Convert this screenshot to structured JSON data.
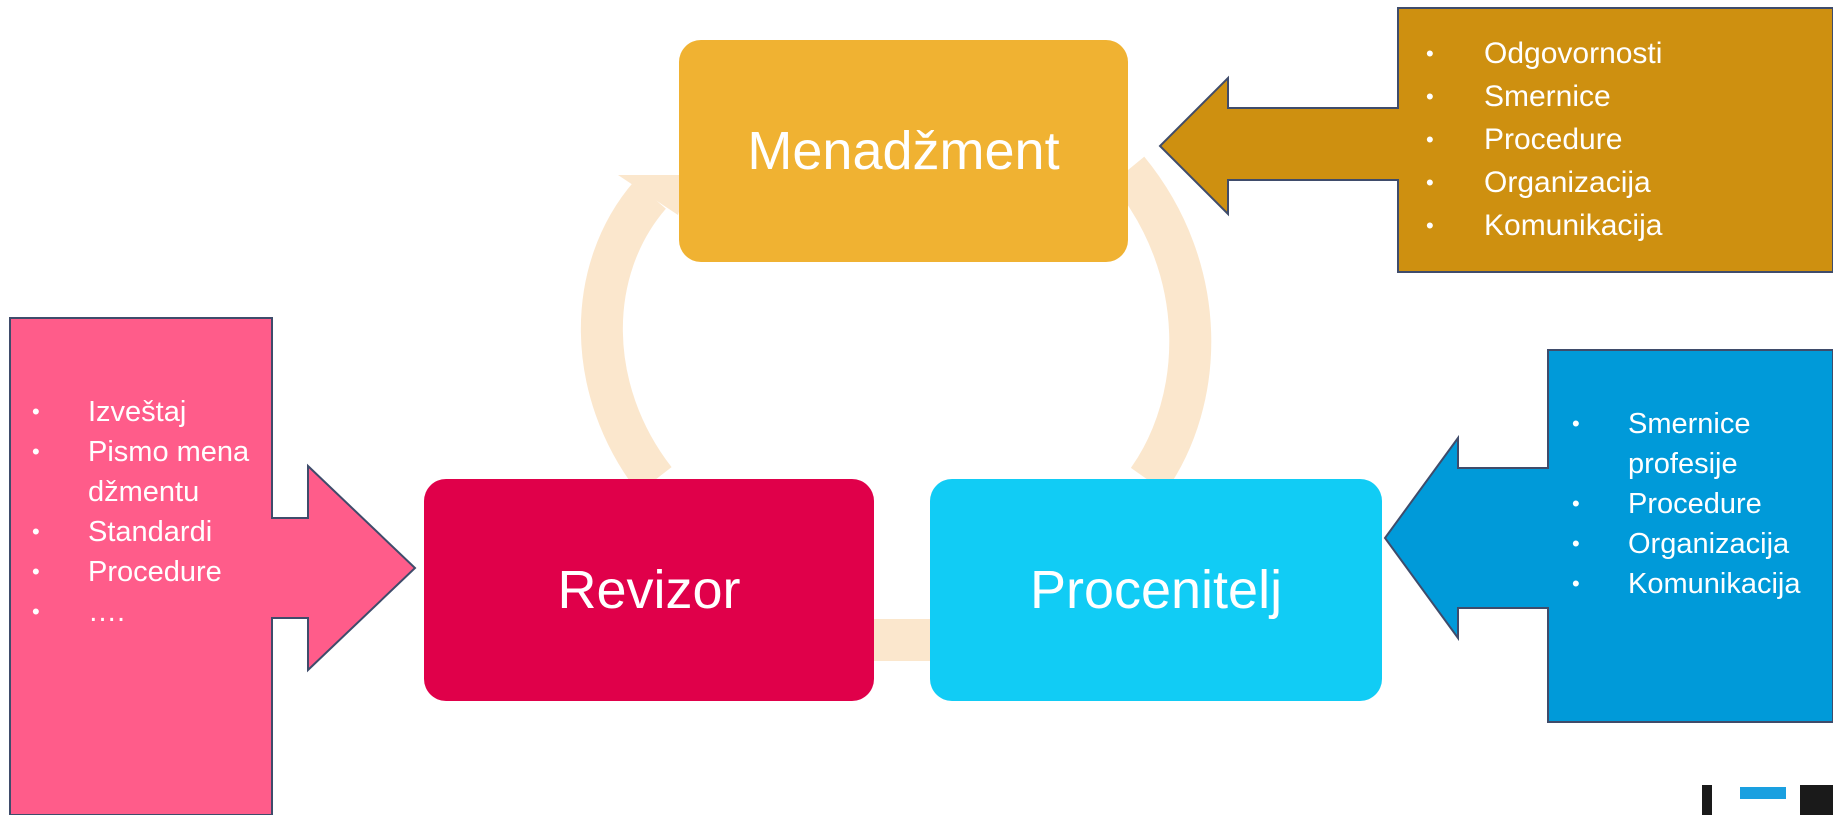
{
  "nodes": {
    "management": "Menadžment",
    "auditor": "Revizor",
    "assessor": "Procenitelj"
  },
  "callouts": {
    "management_items": [
      "Odgovornosti",
      "Smernice",
      "Procedure",
      "Organizacija",
      "Komunikacija"
    ],
    "auditor_items": [
      "Izveštaj",
      "Pismo menadžmentu",
      "Standardi",
      "Procedure",
      "…."
    ],
    "assessor_items": [
      "Smernice profesije",
      "Procedure",
      "Organizacija",
      "Komunikacija"
    ]
  },
  "colors": {
    "management": "#F0B232",
    "auditor": "#E0004A",
    "assessor": "#11CCF5",
    "management_arrow": "#CE9010",
    "auditor_arrow": "#FF5C8A",
    "assessor_arrow": "#009AD9",
    "cycle_ring": "#FBE7CD",
    "logo": "#1AA0E0"
  }
}
